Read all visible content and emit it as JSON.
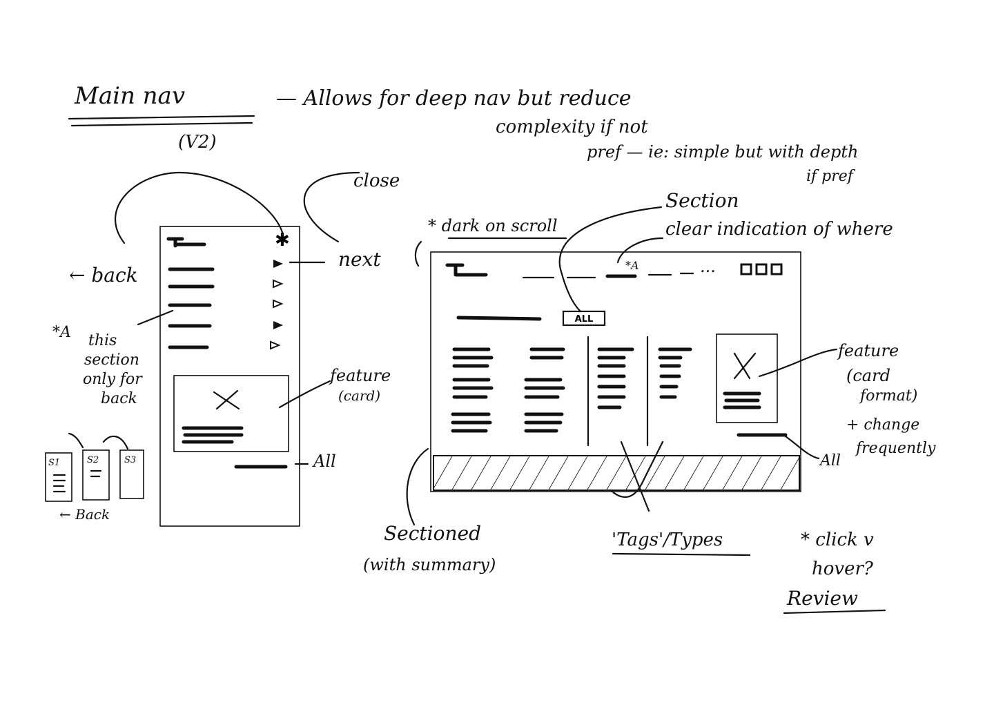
{
  "title": {
    "main": "Main nav",
    "version": "(V2)"
  },
  "description": {
    "line1": "— Allows for deep nav but reduce",
    "line2": "complexity if not",
    "line3": "pref — ie: simple but with depth",
    "line4": "if pref"
  },
  "mobile": {
    "close_label": "close",
    "back_label": "← back",
    "next_label": "next",
    "note_marker": "*A",
    "note": [
      "this",
      "section",
      "only for",
      "back"
    ],
    "feature_label": [
      "feature",
      "(card)"
    ],
    "all_label": "All",
    "sub_screens": [
      "S1",
      "S2",
      "S3"
    ],
    "sub_back_label": "← Back"
  },
  "desktop": {
    "dark_on_scroll": "* dark on scroll",
    "section_label": [
      "Section",
      "clear indication of where"
    ],
    "marker": "*A",
    "dots": "...",
    "all_button": "ALL",
    "feature_label": [
      "feature",
      "(card",
      "format)",
      "+ change",
      "frequently"
    ],
    "all_label": "All",
    "sectioned_label": [
      "Sectioned",
      "(with summary)"
    ],
    "tags_label": "'Tags'/Types",
    "review_note": [
      "* click v",
      "hover?",
      "Review"
    ]
  }
}
